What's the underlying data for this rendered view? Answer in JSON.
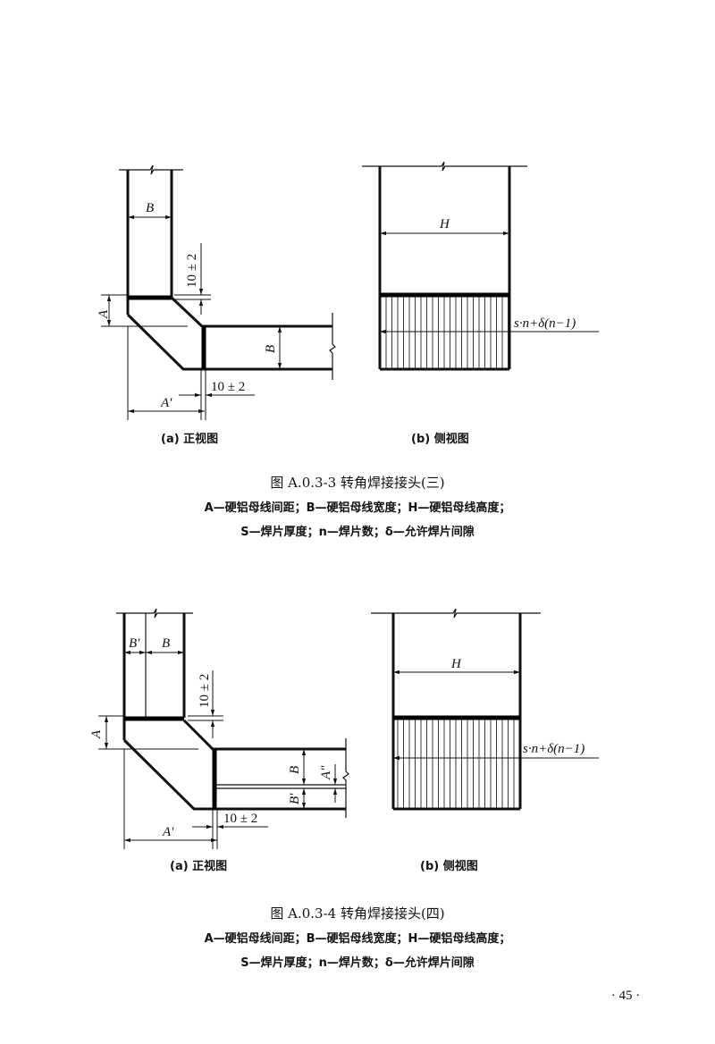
{
  "figure_3": {
    "front_view": {
      "caption": "(a) 正视图",
      "labels": {
        "B": "B",
        "A": "A",
        "A_prime": "A'",
        "gap_top": "10 ± 2",
        "gap_bottom": "10 ± 2"
      }
    },
    "side_view": {
      "caption": "(b) 侧视图",
      "labels": {
        "H": "H",
        "formula": "s·n+δ(n−1)"
      }
    },
    "title": "图 A.0.3-3   转角焊接接头(三)",
    "legend_line1": "A—硬铝母线间距；B—硬铝母线宽度；H—硬铝母线高度；",
    "legend_line2": "S—焊片厚度；n—焊片数；δ—允许焊片间隙"
  },
  "figure_4": {
    "front_view": {
      "caption": "(a) 正视图",
      "labels": {
        "B": "B",
        "B_prime": "B'",
        "A": "A",
        "A_prime": "A'",
        "A_double_prime": "A\"",
        "gap_top": "10 ± 2",
        "gap_bottom": "10 ± 2"
      }
    },
    "side_view": {
      "caption": "(b) 侧视图",
      "labels": {
        "H": "H",
        "formula": "s·n+δ(n−1)"
      }
    },
    "title": "图 A.0.3-4   转角焊接接头(四)",
    "legend_line1": "A—硬铝母线间距；B—硬铝母线宽度；H—硬铝母线高度；",
    "legend_line2": "S—焊片厚度；n—焊片数；δ—允许焊片间隙"
  },
  "page_number": "· 45 ·"
}
